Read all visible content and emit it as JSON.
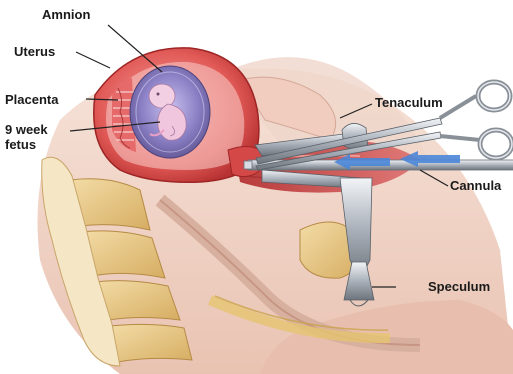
{
  "labels": {
    "amnion": "Amnion",
    "uterus": "Uterus",
    "placenta": "Placenta",
    "fetus": "9 week\nfetus",
    "tenaculum": "Tenaculum",
    "cannula": "Cannula",
    "speculum": "Speculum"
  },
  "colors": {
    "uterus_wall": "#d94a4a",
    "amniotic_sac": "#7a6fb0",
    "bone": "#e8c98a",
    "tissue": "#f2d2c4",
    "instrument": "#b8bec6",
    "flow_arrow": "#4a86d8"
  }
}
